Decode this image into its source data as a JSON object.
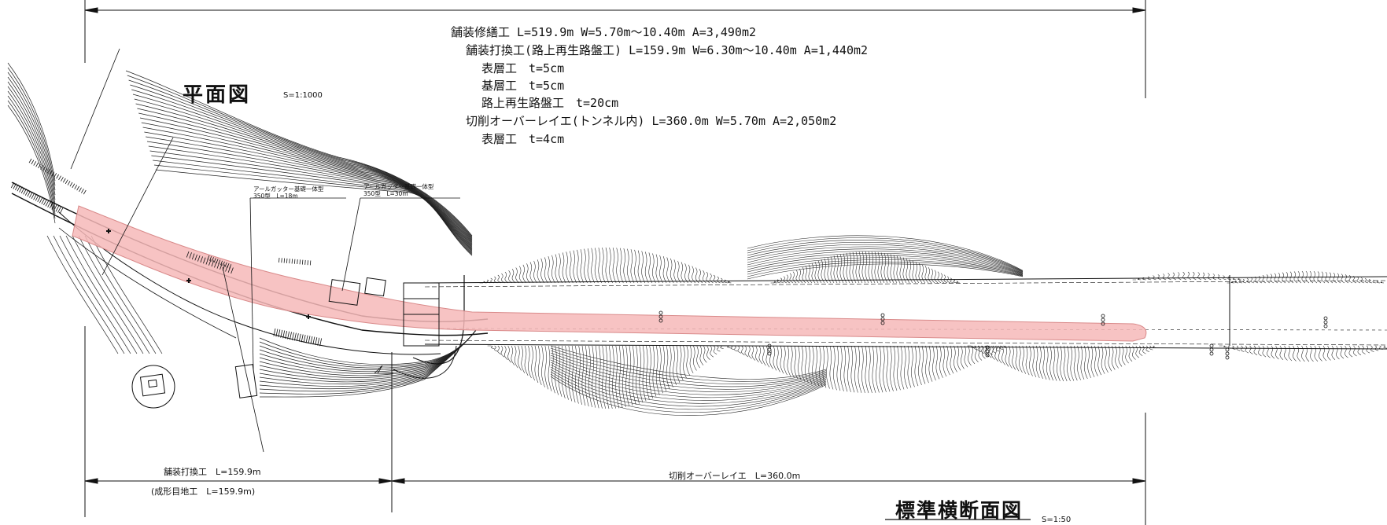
{
  "plan": {
    "title": "平面図",
    "scale": "S=1:1000"
  },
  "specs": {
    "line1": "舗装修繕工 L=519.9m W=5.70m～10.40m A=3,490m2",
    "line2": "舗装打換工(路上再生路盤工) L=159.9m W=6.30m～10.40m A=1,440m2",
    "line3": "表層工　t=5cm",
    "line4": "基層工　t=5cm",
    "line5": "路上再生路盤工　t=20cm",
    "line6": "切削オーバーレイエ(トンネル内) L=360.0m W=5.70m A=2,050m2",
    "line7": "表層工　t=4cm"
  },
  "gutters": {
    "g1_title": "アールガッター基礎一体型",
    "g1_detail": "350型　L=18m",
    "g2_title": "アールガッター基礎一体型",
    "g2_detail": "350型　L=30m"
  },
  "dimensions": {
    "left_label": "舗装打換工　L=159.9m",
    "left_sub": "(成形目地工　L=159.9m)",
    "right_label": "切削オーバーレイエ　L=360.0m"
  },
  "section": {
    "title": "標準横断面図",
    "scale": "S=1:50"
  },
  "colors": {
    "highlight": "#f6b9b9",
    "highlight_stroke": "#d98a8a",
    "line": "#111111"
  }
}
